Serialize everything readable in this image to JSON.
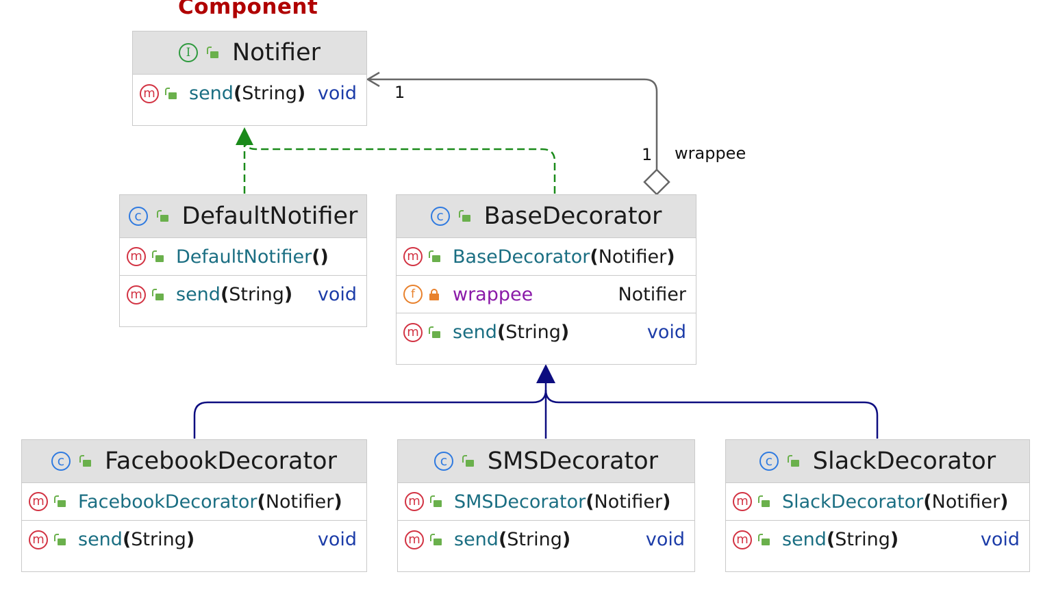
{
  "stereotype_label": "Component",
  "multiplicity_source": "1",
  "multiplicity_target": "1",
  "role_label": "wrappee",
  "colors": {
    "realization": "#1a8a1a",
    "inheritance": "#0d0d80",
    "aggregation": "#666666",
    "stereotype": "#b00000"
  },
  "classes": {
    "notifier": {
      "kind": "interface",
      "name": "Notifier",
      "members": [
        {
          "kind": "method",
          "name": "send",
          "params": "String",
          "type": "void"
        }
      ]
    },
    "default_notifier": {
      "kind": "class",
      "name": "DefaultNotifier",
      "members": [
        {
          "kind": "method",
          "name": "DefaultNotifier",
          "params": "",
          "type": ""
        },
        {
          "kind": "method",
          "name": "send",
          "params": "String",
          "type": "void"
        }
      ]
    },
    "base_decorator": {
      "kind": "class",
      "name": "BaseDecorator",
      "members": [
        {
          "kind": "method",
          "name": "BaseDecorator",
          "params": "Notifier",
          "type": ""
        },
        {
          "kind": "field",
          "name": "wrappee",
          "params": "",
          "type": "Notifier"
        },
        {
          "kind": "method",
          "name": "send",
          "params": "String",
          "type": "void"
        }
      ]
    },
    "facebook_decorator": {
      "kind": "class",
      "name": "FacebookDecorator",
      "members": [
        {
          "kind": "method",
          "name": "FacebookDecorator",
          "params": "Notifier",
          "type": ""
        },
        {
          "kind": "method",
          "name": "send",
          "params": "String",
          "type": "void"
        }
      ]
    },
    "sms_decorator": {
      "kind": "class",
      "name": "SMSDecorator",
      "members": [
        {
          "kind": "method",
          "name": "SMSDecorator",
          "params": "Notifier",
          "type": ""
        },
        {
          "kind": "method",
          "name": "send",
          "params": "String",
          "type": "void"
        }
      ]
    },
    "slack_decorator": {
      "kind": "class",
      "name": "SlackDecorator",
      "members": [
        {
          "kind": "method",
          "name": "SlackDecorator",
          "params": "Notifier",
          "type": ""
        },
        {
          "kind": "method",
          "name": "send",
          "params": "String",
          "type": "void"
        }
      ]
    }
  }
}
